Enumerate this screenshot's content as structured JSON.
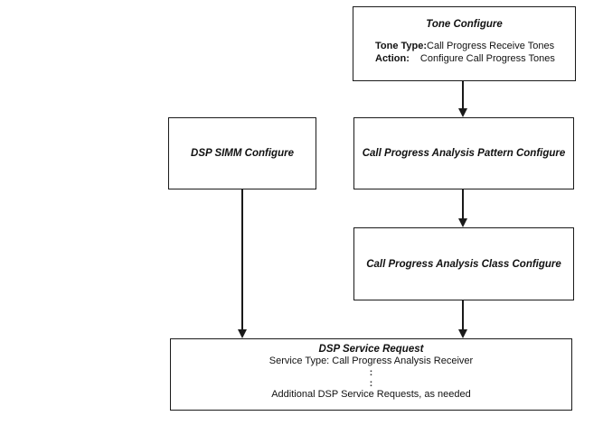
{
  "diagram": {
    "colors": {
      "background": "#ffffff",
      "line": "#1a1a1a",
      "text": "#111111"
    },
    "boxes": {
      "tone_configure": {
        "title": "Tone Configure",
        "rows": [
          {
            "label": "Tone Type:",
            "value": "Call Progress Receive Tones"
          },
          {
            "label": "Action:",
            "value": "Configure Call Progress Tones"
          }
        ]
      },
      "dsp_simm_configure": {
        "title": "DSP SIMM Configure"
      },
      "cpa_pattern_configure": {
        "title": "Call Progress Analysis Pattern Configure"
      },
      "cpa_class_configure": {
        "title": "Call Progress Analysis Class Configure"
      },
      "dsp_service_request": {
        "title": "DSP Service Request",
        "service_type_line": "Service Type: Call Progress Analysis Receiver",
        "ellipsis_dot_1": ":",
        "ellipsis_dot_2": ":",
        "additional_line": "Additional DSP Service Requests, as needed"
      }
    }
  }
}
